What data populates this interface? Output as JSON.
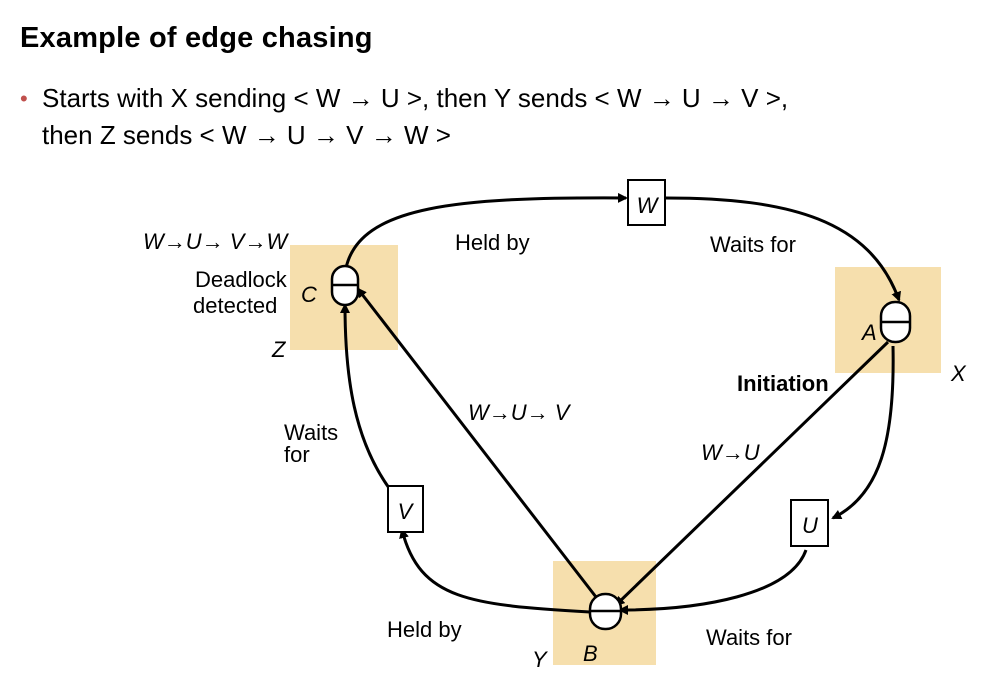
{
  "slide": {
    "title": "Example of edge chasing",
    "bullet_line1": "Starts with X sending < W → U >, then Y sends < W → U → V >,",
    "bullet_line2": "then Z sends < W → U → V → W >"
  },
  "diagram": {
    "colors": {
      "highlight": "#f6dfad",
      "line": "#000000",
      "bullet": "#c0504d"
    },
    "resources": {
      "w": "W",
      "u": "U",
      "v": "V"
    },
    "processes": {
      "a": "A",
      "b": "B",
      "c": "C"
    },
    "servers": {
      "x": "X",
      "y": "Y",
      "z": "Z"
    },
    "edge_labels": {
      "held_by_top": "Held by",
      "waits_for_top": "Waits for",
      "waits_for_left_1": "Waits",
      "waits_for_left_2": "for",
      "held_by_bottom": "Held by",
      "waits_for_bottom": "Waits for"
    },
    "messages": {
      "x_msg": "W→U",
      "y_msg": "W→U→ V",
      "z_msg": "W→U→ V→W"
    },
    "annotations": {
      "deadlock_1": "Deadlock",
      "deadlock_2": "detected",
      "initiation": "Initiation"
    }
  }
}
